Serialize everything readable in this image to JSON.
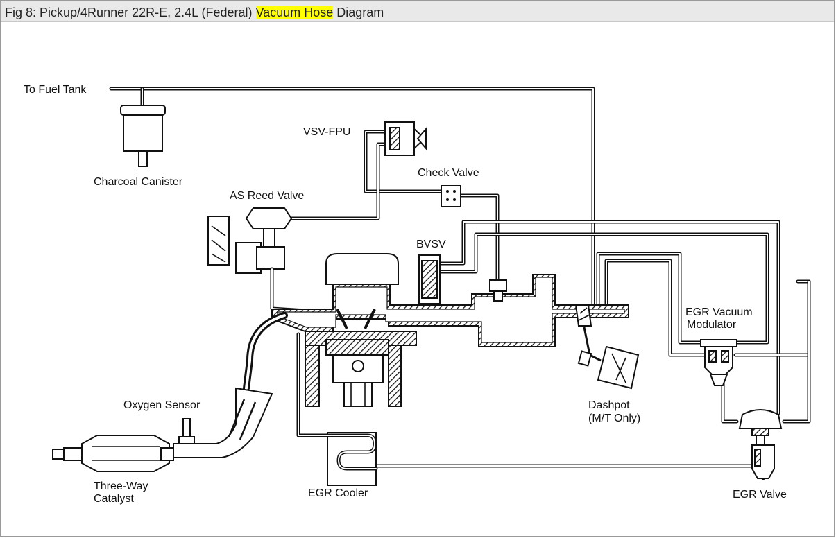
{
  "header": {
    "title_prefix": "Fig 8: Pickup/4Runner 22R-E, 2.4L (Federal) ",
    "title_highlight": "Vacuum Hose",
    "title_suffix": " Diagram",
    "highlight_color": "#ffff00"
  },
  "labels": {
    "to_fuel_tank": "To Fuel Tank",
    "charcoal_canister": "Charcoal Canister",
    "vsv_fpu": "VSV-FPU",
    "check_valve": "Check Valve",
    "as_reed_valve": "AS Reed Valve",
    "bvsv": "BVSV",
    "egr_vacuum_modulator_1": "EGR Vacuum",
    "egr_vacuum_modulator_2": "Modulator",
    "oxygen_sensor": "Oxygen Sensor",
    "dashpot_1": "Dashpot",
    "dashpot_2": "(M/T Only)",
    "three_way_catalyst_1": "Three-Way",
    "three_way_catalyst_2": "Catalyst",
    "egr_cooler": "EGR Cooler",
    "egr_valve": "EGR Valve"
  }
}
